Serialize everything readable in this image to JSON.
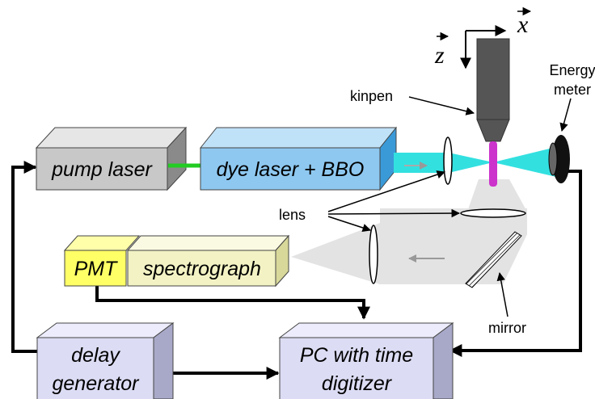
{
  "components": {
    "pump_laser": "pump laser",
    "dye_laser": "dye laser + BBO",
    "pmt": "PMT",
    "spectrograph": "spectrograph",
    "delay_generator_line1": "delay",
    "delay_generator_line2": "generator",
    "pc_line1": "PC with time",
    "pc_line2": "digitizer"
  },
  "labels": {
    "kinpen": "kinpen",
    "energy_meter_line1": "Energy",
    "energy_meter_line2": "meter",
    "lens": "lens",
    "mirror": "mirror",
    "axis_z": "z",
    "axis_x": "x"
  },
  "colors": {
    "pump_laser": "#c8c8c8",
    "dye_laser": "#8ec8f0",
    "pmt": "#ffff66",
    "spectrograph": "#f2f2c4",
    "electronics": "#dcdcf4",
    "uv_beam": "#33e0e0",
    "green_link": "#22cc22",
    "plasma": "#cc33cc"
  }
}
